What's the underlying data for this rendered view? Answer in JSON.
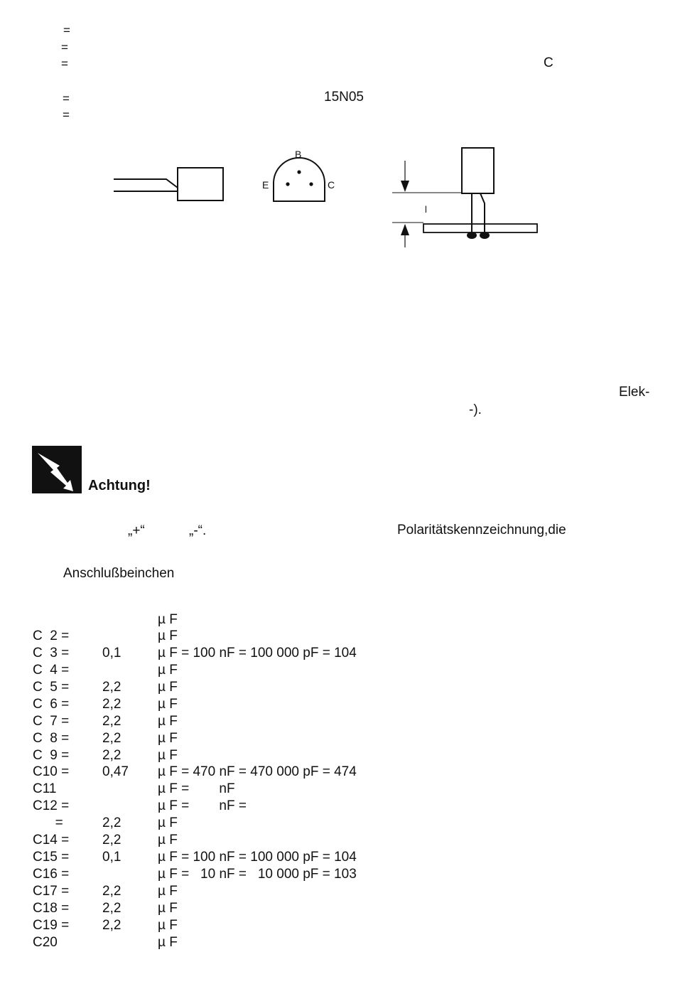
{
  "equals_marks": [
    "=",
    "=",
    "=",
    "=",
    "="
  ],
  "top_right_letter": "C",
  "part_number": "15N05",
  "diagram": {
    "pin_b": "B",
    "pin_e": "E",
    "pin_c": "C",
    "spacing_mark": "l"
  },
  "text_elek": "Elek-",
  "text_paren": "-).",
  "warning": {
    "heading": "Achtung!",
    "plus_sign": "„+“",
    "minus_sign": "„-“.",
    "polarity_text": "Polaritätskennzeichnung,die",
    "pins_text": "Anschlußbeinchen"
  },
  "capacitors": [
    {
      "name": "",
      "value": "",
      "rest": "µ F"
    },
    {
      "name": "C  2 =",
      "value": "",
      "rest": "µ F"
    },
    {
      "name": "C  3 =",
      "value": "0,1",
      "rest": "µ F = 100 nF = 100 000 pF = 104"
    },
    {
      "name": "C  4 =",
      "value": "",
      "rest": "µ F"
    },
    {
      "name": "C  5 =",
      "value": "2,2",
      "rest": "µ F"
    },
    {
      "name": "C  6 =",
      "value": "2,2",
      "rest": "µ F"
    },
    {
      "name": "C  7 =",
      "value": "2,2",
      "rest": "µ F"
    },
    {
      "name": "C  8 =",
      "value": "2,2",
      "rest": "µ F"
    },
    {
      "name": "C  9 =",
      "value": "2,2",
      "rest": "µ F"
    },
    {
      "name": "C10 =",
      "value": "0,47",
      "rest": "µ F = 470 nF = 470 000 pF = 474"
    },
    {
      "name": "C11",
      "value": "",
      "rest": "µ F =        nF"
    },
    {
      "name": "C12 =",
      "value": "",
      "rest": "µ F =        nF ="
    },
    {
      "name": "      =",
      "value": "2,2",
      "rest": "µ F"
    },
    {
      "name": "C14 =",
      "value": "2,2",
      "rest": "µ F"
    },
    {
      "name": "C15 =",
      "value": "0,1",
      "rest": "µ F = 100 nF = 100 000 pF = 104"
    },
    {
      "name": "C16 =",
      "value": "",
      "rest": "µ F =   10 nF =   10 000 pF = 103"
    },
    {
      "name": "C17 =",
      "value": "2,2",
      "rest": "µ F"
    },
    {
      "name": "C18 =",
      "value": "2,2",
      "rest": "µ F"
    },
    {
      "name": "C19 =",
      "value": "2,2",
      "rest": "µ F"
    },
    {
      "name": "C20",
      "value": "",
      "rest": "µ F"
    }
  ]
}
